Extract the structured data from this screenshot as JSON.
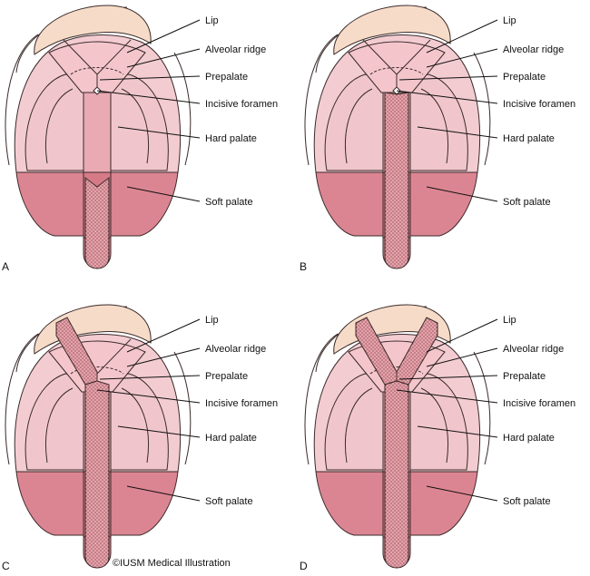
{
  "figure": {
    "credit": "©IUSM Medical Illustration"
  },
  "labels": {
    "lip": "Lip",
    "alveolar_ridge": "Alveolar ridge",
    "prepalate": "Prepalate",
    "incisive_foramen": "Incisive foramen",
    "hard_palate": "Hard palate",
    "soft_palate": "Soft palate"
  },
  "panels": [
    {
      "letter": "A",
      "cleft": "soft palate only"
    },
    {
      "letter": "B",
      "cleft": "soft and hard palate"
    },
    {
      "letter": "C",
      "cleft": "unilateral complete"
    },
    {
      "letter": "D",
      "cleft": "bilateral complete"
    }
  ],
  "colors": {
    "lip": "#f6dcc8",
    "prepalate": "#f4c6cc",
    "hard_palate": "#eec0c5",
    "hard_palate_inner": "#e9aab3",
    "soft_palate": "#dc8592",
    "cleft": "#e2a0a8",
    "outline": "#3a2a2a"
  }
}
